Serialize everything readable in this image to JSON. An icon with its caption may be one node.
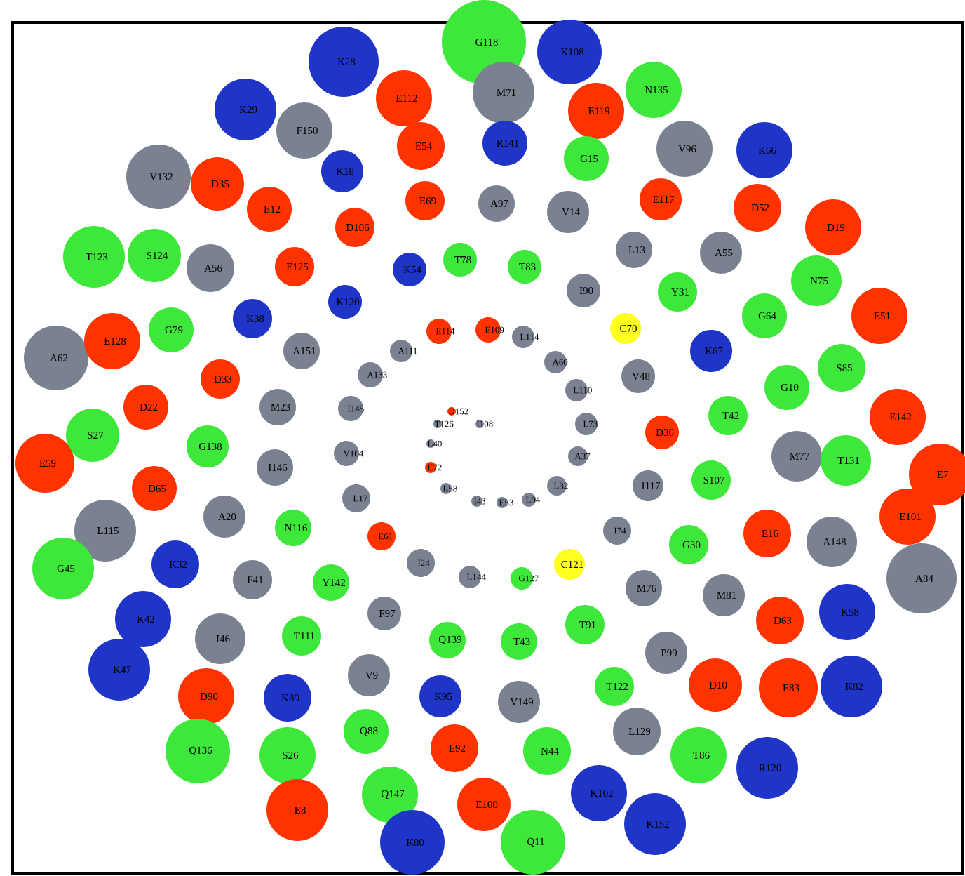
{
  "diagram": {
    "nodes": [
      {
        "text": [
          "G118"
        ]
      },
      {
        "text": [
          "K108"
        ]
      },
      {
        "text": [
          "K28"
        ]
      },
      {
        "text": [
          "M71"
        ]
      },
      {
        "text": [
          "E112"
        ]
      },
      {
        "text": [
          "N135"
        ]
      },
      {
        "text": [
          "K29"
        ]
      },
      {
        "text": [
          "F150"
        ]
      },
      {
        "text": [
          "E119"
        ]
      },
      {
        "text": [
          "E54"
        ]
      },
      {
        "text": [
          "R141"
        ]
      },
      {
        "text": [
          "V96"
        ]
      },
      {
        "text": [
          "K66"
        ]
      },
      {
        "text": [
          "V132"
        ]
      },
      {
        "text": [
          "D35"
        ]
      },
      {
        "text": [
          "K18"
        ]
      },
      {
        "text": [
          "G15"
        ]
      },
      {
        "text": [
          "E69"
        ]
      },
      {
        "text": [
          "A97"
        ]
      },
      {
        "text": [
          "E117"
        ]
      },
      {
        "text": [
          "D52"
        ]
      },
      {
        "text": [
          "D19"
        ]
      },
      {
        "text": [
          "E12"
        ]
      },
      {
        "text": [
          "D106"
        ]
      },
      {
        "text": [
          "V14"
        ]
      },
      {
        "text": [
          "L13"
        ]
      },
      {
        "text": [
          "A55"
        ]
      },
      {
        "text": [
          "T123"
        ]
      },
      {
        "text": [
          "S124"
        ]
      },
      {
        "text": [
          "A56"
        ]
      },
      {
        "text": [
          "E125"
        ]
      },
      {
        "text": [
          "K54"
        ]
      },
      {
        "text": [
          "T78"
        ]
      },
      {
        "text": [
          "T83"
        ]
      },
      {
        "text": [
          "I90"
        ]
      },
      {
        "text": [
          "Y31"
        ]
      },
      {
        "text": [
          "N75"
        ]
      },
      {
        "text": [
          "K120"
        ]
      },
      {
        "text": [
          "K38"
        ]
      },
      {
        "text": [
          "E51"
        ]
      },
      {
        "text": [
          "A62"
        ]
      },
      {
        "text": [
          "E128"
        ]
      },
      {
        "text": [
          "G79"
        ]
      },
      {
        "text": [
          "E114"
        ]
      },
      {
        "text": [
          "E109"
        ]
      },
      {
        "text": [
          "L114"
        ]
      },
      {
        "text": [
          "C70"
        ]
      },
      {
        "text": [
          "G64"
        ]
      },
      {
        "text": [
          "A151"
        ]
      },
      {
        "text": [
          "A111"
        ]
      },
      {
        "text": [
          "A60"
        ]
      },
      {
        "text": [
          "K67"
        ]
      },
      {
        "text": [
          "S85"
        ]
      },
      {
        "text": [
          "D33"
        ]
      },
      {
        "text": [
          "A133"
        ]
      },
      {
        "text": [
          "V48"
        ]
      },
      {
        "text": [
          "L110"
        ]
      },
      {
        "text": [
          "G10"
        ]
      },
      {
        "text": [
          "D22"
        ]
      },
      {
        "text": [
          "M23"
        ]
      },
      {
        "text": [
          "I145"
        ]
      },
      {
        "text": [
          "D152"
        ]
      },
      {
        "text": [
          "T126"
        ]
      },
      {
        "text": [
          "I108"
        ]
      },
      {
        "text": [
          "L40"
        ]
      },
      {
        "text": [
          "E72"
        ]
      },
      {
        "text": [
          "L58"
        ]
      },
      {
        "text": [
          "I43"
        ]
      },
      {
        "text": [
          "E53"
        ]
      },
      {
        "text": [
          "L94"
        ]
      },
      {
        "text": [
          "E142"
        ]
      },
      {
        "text": [
          "T42"
        ]
      },
      {
        "text": [
          "L73"
        ]
      },
      {
        "text": [
          "D36"
        ]
      },
      {
        "text": [
          "S27"
        ]
      },
      {
        "text": [
          "G138"
        ]
      },
      {
        "text": [
          "E59"
        ]
      },
      {
        "text": [
          "I146"
        ]
      },
      {
        "text": [
          "V104"
        ]
      },
      {
        "text": [
          "A37"
        ]
      },
      {
        "text": [
          "M77"
        ]
      },
      {
        "text": [
          "T131"
        ]
      },
      {
        "text": [
          "E7"
        ]
      },
      {
        "text": [
          "D65"
        ]
      },
      {
        "text": [
          "L17"
        ]
      },
      {
        "text": [
          "L32"
        ]
      },
      {
        "text": [
          "I117"
        ]
      },
      {
        "text": [
          "S107"
        ]
      },
      {
        "text": [
          "L115"
        ]
      },
      {
        "text": [
          "A20"
        ]
      },
      {
        "text": [
          "N116"
        ]
      },
      {
        "text": [
          "E61"
        ]
      },
      {
        "text": [
          "E101"
        ]
      },
      {
        "text": [
          "E16"
        ]
      },
      {
        "text": [
          "A148"
        ]
      },
      {
        "text": [
          "I24"
        ]
      },
      {
        "text": [
          "L144"
        ]
      },
      {
        "text": [
          "G127"
        ]
      },
      {
        "text": [
          "C121"
        ]
      },
      {
        "text": [
          "I74"
        ]
      },
      {
        "text": [
          "G30"
        ]
      },
      {
        "text": [
          "A84"
        ]
      },
      {
        "text": [
          "G45"
        ]
      },
      {
        "text": [
          "K32"
        ]
      },
      {
        "text": [
          "F41"
        ]
      },
      {
        "text": [
          "Y142"
        ]
      },
      {
        "text": [
          "M76"
        ]
      },
      {
        "text": [
          "M81"
        ]
      },
      {
        "text": [
          "D63"
        ]
      },
      {
        "text": [
          "K58"
        ]
      },
      {
        "text": [
          "K42"
        ]
      },
      {
        "text": [
          "I46"
        ]
      },
      {
        "text": [
          "T111"
        ]
      },
      {
        "text": [
          "F97"
        ]
      },
      {
        "text": [
          "Q139"
        ]
      },
      {
        "text": [
          "T43"
        ]
      },
      {
        "text": [
          "T91"
        ]
      },
      {
        "text": [
          "P99"
        ]
      },
      {
        "text": [
          "K47"
        ]
      },
      {
        "text": [
          "D90"
        ]
      },
      {
        "text": [
          "K89"
        ]
      },
      {
        "text": [
          "V9"
        ]
      },
      {
        "text": [
          "K95"
        ]
      },
      {
        "text": [
          "V149"
        ]
      },
      {
        "text": [
          "T122"
        ]
      },
      {
        "text": [
          "D10"
        ]
      },
      {
        "text": [
          "E83"
        ]
      },
      {
        "text": [
          "K82"
        ]
      },
      {
        "text": [
          "Q136"
        ]
      },
      {
        "text": [
          "S26"
        ]
      },
      {
        "text": [
          "Q88"
        ]
      },
      {
        "text": [
          "E92"
        ]
      },
      {
        "text": [
          "N44"
        ]
      },
      {
        "text": [
          "L129"
        ]
      },
      {
        "text": [
          "T86"
        ]
      },
      {
        "text": [
          "R120"
        ]
      },
      {
        "text": [
          "E8"
        ]
      },
      {
        "text": [
          "Q147"
        ]
      },
      {
        "text": [
          "E100"
        ]
      },
      {
        "text": [
          "K102"
        ]
      },
      {
        "text": [
          "K152"
        ]
      },
      {
        "text": [
          "K80"
        ]
      },
      {
        "text": [
          "Q11"
        ]
      }
    ]
  }
}
